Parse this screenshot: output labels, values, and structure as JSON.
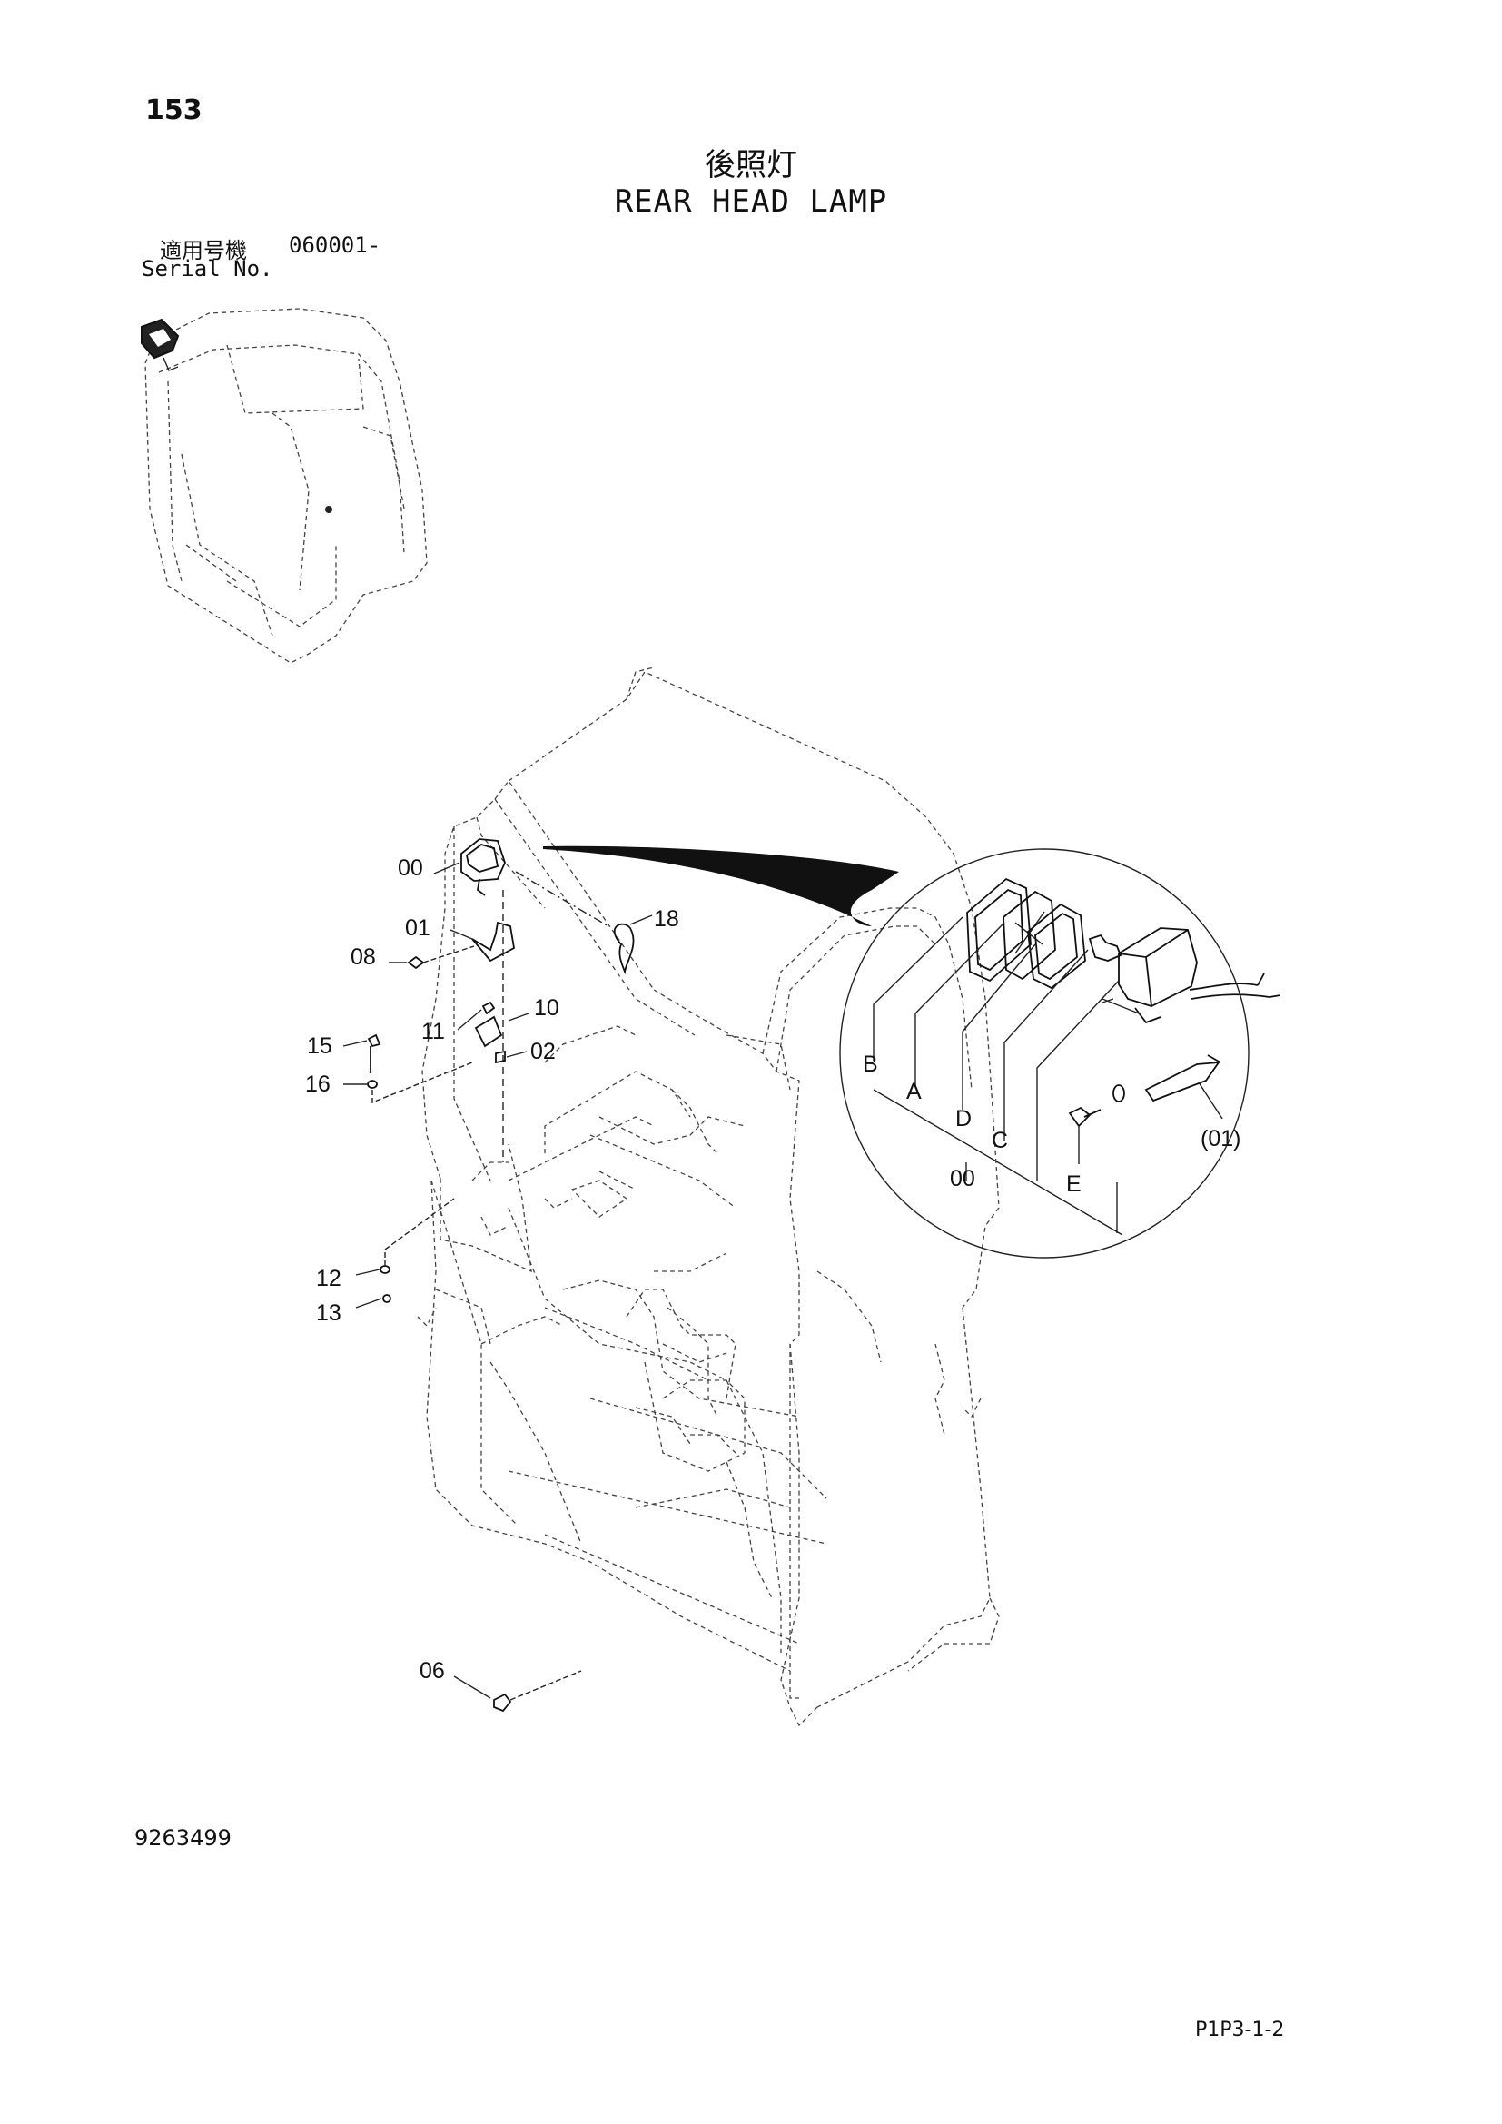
{
  "header": {
    "page_number": "153",
    "title_jp": "後照灯",
    "title_en": "REAR HEAD LAMP",
    "serial_label_jp": "適用号機",
    "serial_range": "060001-",
    "serial_label_en": "Serial No."
  },
  "callouts": {
    "c00": "00",
    "c01": "01",
    "c02": "02",
    "c06": "06",
    "c08": "08",
    "c10": "10",
    "c11": "11",
    "c12": "12",
    "c13": "13",
    "c15": "15",
    "c16": "16",
    "c18": "18"
  },
  "detail_callouts": {
    "B": "B",
    "A": "A",
    "D": "D",
    "C": "C",
    "E": "E",
    "c00": "00",
    "c01": "(01)"
  },
  "footer": {
    "document_number": "9263499",
    "page_code": "P1P3-1-2"
  }
}
